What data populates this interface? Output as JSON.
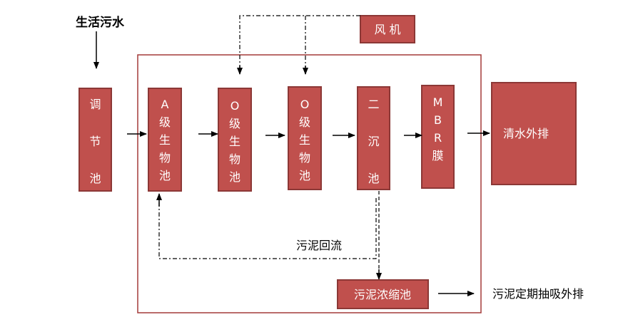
{
  "input_label": "生活污水",
  "blower_label": "风 机",
  "units": [
    {
      "id": "regulating-tank",
      "lines": [
        "调",
        "节",
        "池"
      ]
    },
    {
      "id": "a-stage-tank",
      "lines": [
        "A",
        "级",
        "生",
        "物",
        "池"
      ]
    },
    {
      "id": "o-stage-tank-1",
      "lines": [
        "O",
        "级",
        "生",
        "物",
        "池"
      ]
    },
    {
      "id": "o-stage-tank-2",
      "lines": [
        "O",
        "级",
        "生",
        "物",
        "池"
      ]
    },
    {
      "id": "secondary-clarifier",
      "lines": [
        "二",
        "沉",
        "池"
      ]
    },
    {
      "id": "mbr-membrane",
      "lines": [
        "M",
        "B",
        "R",
        "膜"
      ]
    }
  ],
  "clear_water_label": "清水外排",
  "sludge_return_label": "污泥回流",
  "sludge_thickener_label": "污泥浓缩池",
  "sludge_disposal_label": "污泥定期抽吸外排",
  "colors": {
    "box_fill": "#c0504d",
    "box_border": "#8c3836",
    "frame": "#a33a38",
    "box_text": "#ffffff"
  }
}
